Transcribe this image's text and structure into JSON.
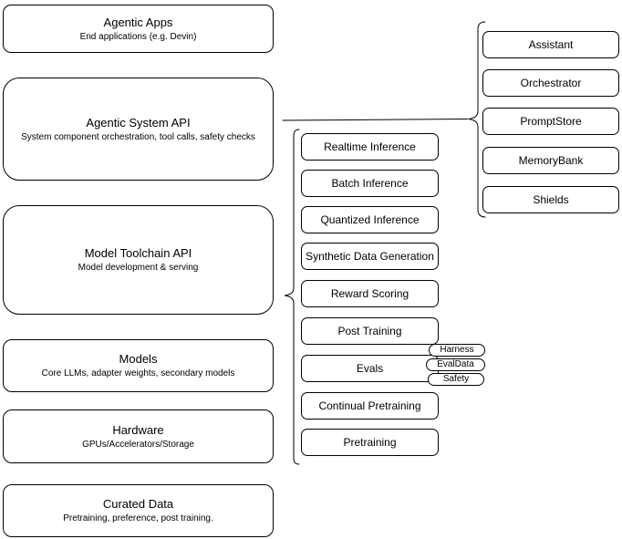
{
  "diagram": {
    "left_stack": [
      {
        "title": "Agentic Apps",
        "subtitle": "End applications (e.g. Devin)"
      },
      {
        "title": "Agentic System API",
        "subtitle": "System component orchestration, tool calls, safety checks"
      },
      {
        "title": "Model Toolchain API",
        "subtitle": "Model development & serving"
      },
      {
        "title": "Models",
        "subtitle": "Core LLMs, adapter weights, secondary models"
      },
      {
        "title": "Hardware",
        "subtitle": "GPUs/Accelerators/Storage"
      },
      {
        "title": "Curated Data",
        "subtitle": "Pretraining, preference, post training."
      }
    ],
    "toolchain_items": [
      "Realtime Inference",
      "Batch Inference",
      "Quantized Inference",
      "Synthetic Data Generation",
      "Reward Scoring",
      "Post Training",
      "Evals",
      "Continual Pretraining",
      "Pretraining"
    ],
    "evals_pills": [
      "Harness",
      "EvalData",
      "Safety"
    ],
    "system_components": [
      "Assistant",
      "Orchestrator",
      "PromptStore",
      "MemoryBank",
      "Shields"
    ],
    "colors": {
      "stroke": "#000000",
      "fill": "#ffffff",
      "text": "#000000"
    }
  }
}
